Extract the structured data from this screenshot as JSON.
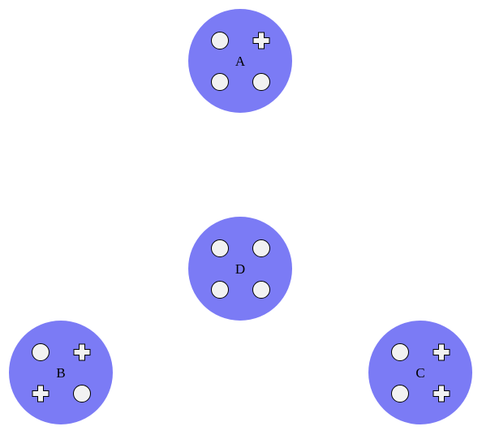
{
  "diagram": {
    "colors": {
      "node_fill": "#7b7bf5",
      "item_fill": "#f2f2f2",
      "item_stroke": "#000000",
      "label_color": "#000000"
    },
    "nodes": [
      {
        "id": "A",
        "label": "A",
        "items": [
          "circle",
          "plus",
          "circle",
          "circle"
        ]
      },
      {
        "id": "D",
        "label": "D",
        "items": [
          "circle",
          "circle",
          "circle",
          "circle"
        ]
      },
      {
        "id": "B",
        "label": "B",
        "items": [
          "circle",
          "plus",
          "plus",
          "circle"
        ]
      },
      {
        "id": "C",
        "label": "C",
        "items": [
          "circle",
          "plus",
          "circle",
          "plus"
        ]
      }
    ]
  }
}
